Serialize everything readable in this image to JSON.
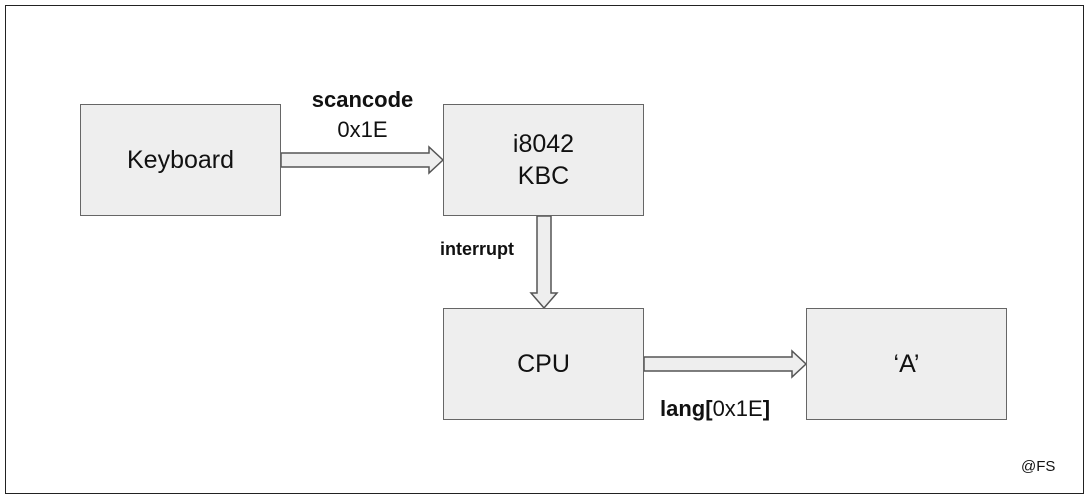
{
  "nodes": {
    "keyboard": {
      "label": "Keyboard"
    },
    "kbc": {
      "line1": "i8042",
      "line2": "KBC"
    },
    "cpu": {
      "label": "CPU"
    },
    "output": {
      "label": "‘A’"
    }
  },
  "edges": {
    "keyboard_to_kbc": {
      "label_bold": "scancode",
      "label_value": "0x1E"
    },
    "kbc_to_cpu": {
      "label": "interrupt"
    },
    "cpu_to_output": {
      "label_func": "lang[",
      "label_arg": "0x1E",
      "label_close": "]"
    }
  },
  "credit": "@FS",
  "colors": {
    "box_fill": "#eeeeee",
    "box_border": "#666666",
    "arrow_fill": "#eeeeee",
    "arrow_stroke": "#555555",
    "frame": "#222222"
  }
}
